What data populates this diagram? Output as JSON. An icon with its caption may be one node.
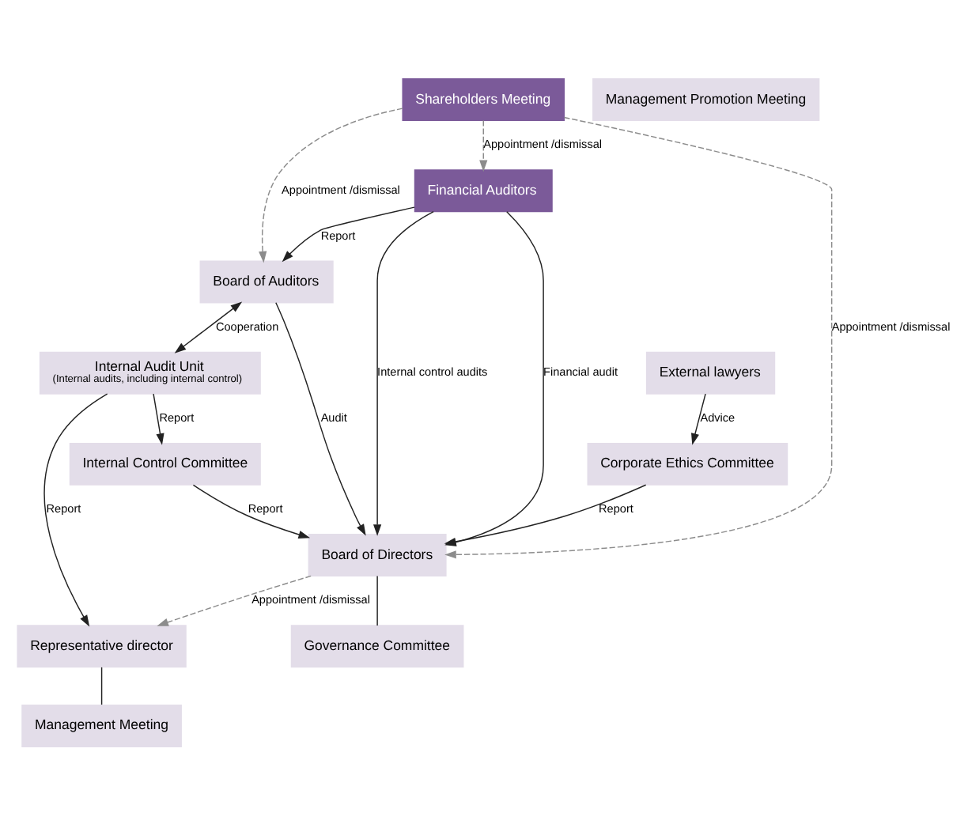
{
  "diagram": {
    "nodes": [
      {
        "text": [
          "Shareholders Meeting"
        ]
      },
      {
        "text": [
          "Board of Auditors"
        ]
      },
      {
        "text": [
          "Board of Directors"
        ]
      },
      {
        "text": [
          "Governance Committee"
        ]
      },
      {
        "text": [
          "Internal Audit Unit",
          "(Internal audits, including internal control)"
        ]
      },
      {
        "text": [
          "Internal Control Committee"
        ]
      },
      {
        "text": [
          "Corporate Ethics Committee"
        ]
      },
      {
        "text": [
          "External lawyers"
        ]
      },
      {
        "text": [
          "Representative director"
        ]
      },
      {
        "text": [
          "Management Meeting"
        ]
      },
      {
        "text": [
          "Management Promotion Meeting"
        ]
      },
      {
        "text": [
          "Financial Auditors"
        ]
      }
    ],
    "edges": [
      {
        "from": 0,
        "to": 1,
        "arrow": "to",
        "label": "Appointment /dismissal",
        "style": "dashed",
        "color": "#8c8c8c"
      },
      {
        "from": 0,
        "to": 2,
        "arrow": "to",
        "label": "Appointment /dismissal",
        "style": "dashed",
        "color": "#8c8c8c"
      },
      {
        "from": 0,
        "to": 11,
        "arrow": "to",
        "label": "Appointment /dismissal",
        "style": "dashed",
        "color": "#8c8c8c"
      },
      {
        "from": 11,
        "to": 1,
        "arrow": "to",
        "label": "Report"
      },
      {
        "from": 1,
        "to": 2,
        "arrow": "to",
        "label": "Audit"
      },
      {
        "from": 11,
        "to": 2,
        "arrow": "to",
        "label": "Financial audit"
      },
      {
        "from": 11,
        "to": 2,
        "arrow": "to",
        "label": "Internal control audits"
      },
      {
        "from": 2,
        "to": 3,
        "arrow": "none"
      },
      {
        "from": 1,
        "to": 4,
        "arrow": "both",
        "label": "Cooperation"
      },
      {
        "from": 4,
        "to": 5,
        "arrow": "to",
        "label": "Report"
      },
      {
        "from": 5,
        "to": 2,
        "arrow": "to",
        "label": "Report"
      },
      {
        "from": 6,
        "to": 2,
        "arrow": "to",
        "label": "Report"
      },
      {
        "from": 4,
        "to": 8,
        "arrow": "to",
        "label": "Report"
      },
      {
        "from": 2,
        "to": 8,
        "arrow": "to",
        "label": "Appointment /dismissal",
        "style": "dashed",
        "color": "#8c8c8c"
      },
      {
        "from": 8,
        "to": 9,
        "arrow": "none"
      },
      {
        "from": 7,
        "to": 6,
        "arrow": "to",
        "label": "Advice"
      }
    ]
  }
}
